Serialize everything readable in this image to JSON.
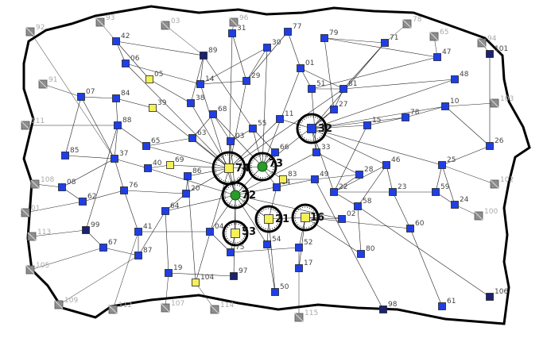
{
  "graph": {
    "colors": {
      "node_blue": "#1f3fe6",
      "node_dark": "#1c2270",
      "node_yellow": "#f4f05a",
      "node_hub": "#2a9a2a",
      "node_gray": "#8c8c8c",
      "edge": "#222222",
      "boundary": "#000000"
    },
    "node_labels": [
      "42",
      "06",
      "05",
      "07",
      "84",
      "38",
      "39",
      "88",
      "37",
      "85",
      "40",
      "69",
      "08",
      "62",
      "76",
      "99",
      "41",
      "67",
      "87",
      "19",
      "104",
      "97",
      "50",
      "17",
      "98",
      "61",
      "106",
      "60",
      "80",
      "52",
      "54",
      "75",
      "53",
      "21",
      "16",
      "58",
      "59",
      "24",
      "23",
      "22",
      "46",
      "25",
      "26",
      "10",
      "78",
      "15",
      "48",
      "47",
      "79",
      "71",
      "101",
      "31",
      "30",
      "77",
      "01",
      "29",
      "14",
      "89",
      "51",
      "81",
      "27",
      "32",
      "33",
      "28",
      "49",
      "34",
      "83",
      "73",
      "74",
      "72",
      "66",
      "55",
      "65",
      "63",
      "68",
      "03",
      "04",
      "64",
      "86",
      "20",
      "11",
      "02"
    ],
    "hub_labels": [
      "74",
      "73",
      "72",
      "32",
      "53",
      "21",
      "16"
    ],
    "outside_labels": [
      "92",
      "93",
      "03",
      "91",
      "96",
      "65",
      "78",
      "94",
      "111",
      "100",
      "103",
      "102",
      "113",
      "105",
      "109",
      "112",
      "107",
      "114",
      "115",
      "108",
      "01"
    ]
  }
}
